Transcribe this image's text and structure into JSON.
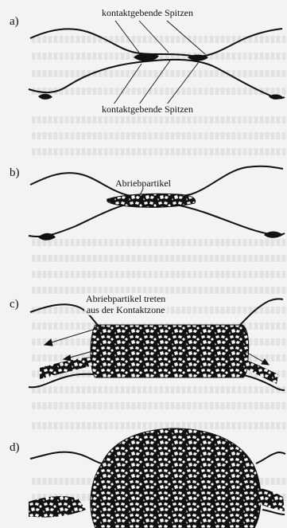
{
  "panels": [
    {
      "label": "a)",
      "annotations": [
        "kontaktgebende Spitzen",
        "kontaktgebende Spitzen"
      ]
    },
    {
      "label": "b)",
      "annotations": [
        "Abriebpartikel"
      ]
    },
    {
      "label": "c)",
      "annotations": [
        "Abriebpartikel treten",
        "aus der Kontaktzone"
      ]
    },
    {
      "label": "d)",
      "annotations": []
    }
  ],
  "colors": {
    "ink": "#111111",
    "paper": "#f3f3f3"
  }
}
